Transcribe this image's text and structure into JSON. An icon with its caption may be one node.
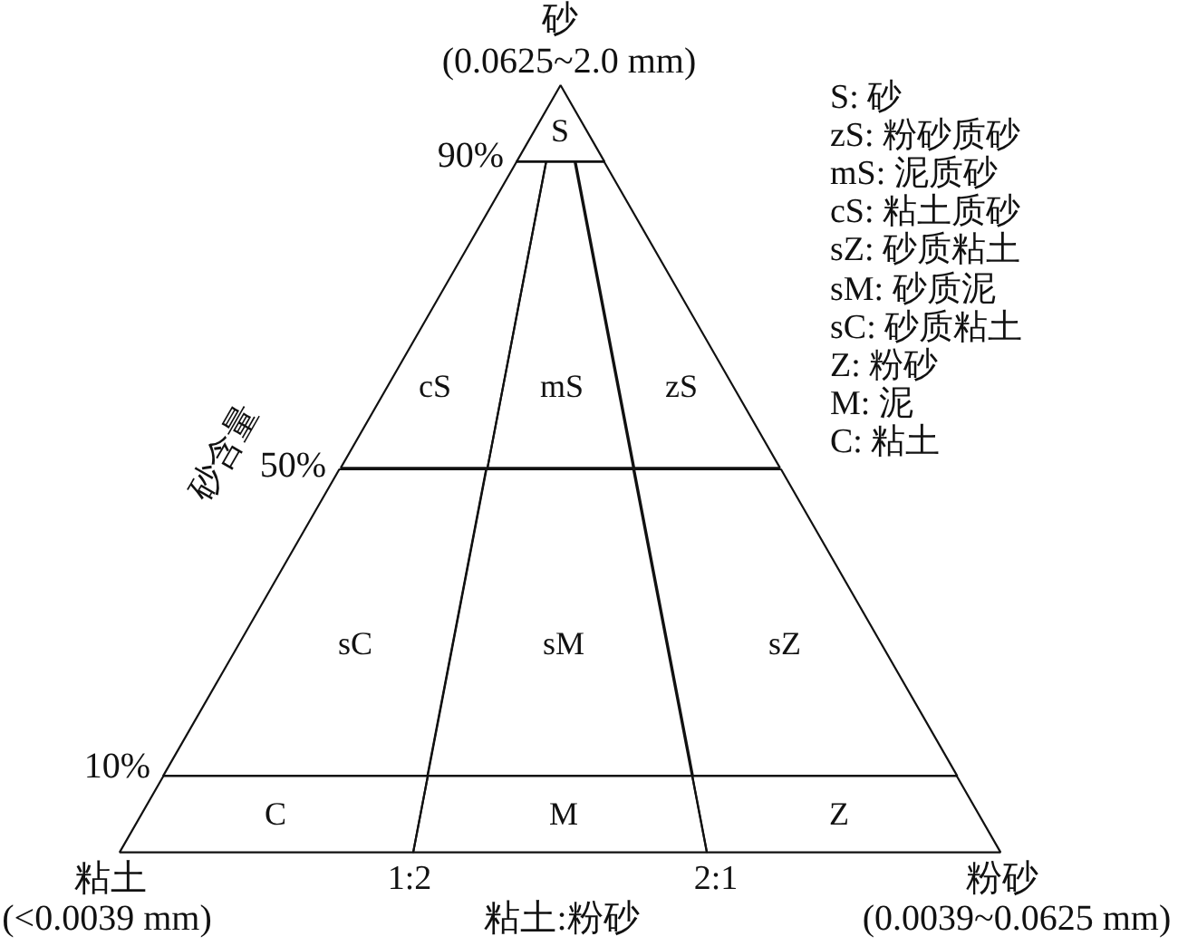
{
  "diagram": {
    "nodes": [
      {
        "text": [
          "S"
        ]
      },
      {
        "text": [
          "cS"
        ]
      },
      {
        "text": [
          "mS"
        ]
      },
      {
        "text": [
          "zS"
        ]
      },
      {
        "text": [
          "sC"
        ]
      },
      {
        "text": [
          "sM"
        ]
      },
      {
        "text": [
          "sZ"
        ]
      },
      {
        "text": [
          "C"
        ]
      },
      {
        "text": [
          "M"
        ]
      },
      {
        "text": [
          "Z"
        ]
      }
    ],
    "labels": [
      "砂",
      "(0.0625~2.0 mm)",
      "S: 砂",
      "zS: 粉砂质砂",
      "mS: 泥质砂",
      "cS: 粘土质砂",
      "sZ: 砂质粘土",
      "sM: 砂质泥",
      "sC: 砂质粘土",
      "Z: 粉砂",
      "M: 泥",
      "C: 粘土",
      "90%",
      "砂含量",
      "50%",
      "10%",
      "粘土",
      "1:2",
      "2:1",
      "粉砂",
      "(<0.0039 mm)",
      "粘土:粉砂",
      "(0.0039~0.0625 mm)"
    ]
  }
}
